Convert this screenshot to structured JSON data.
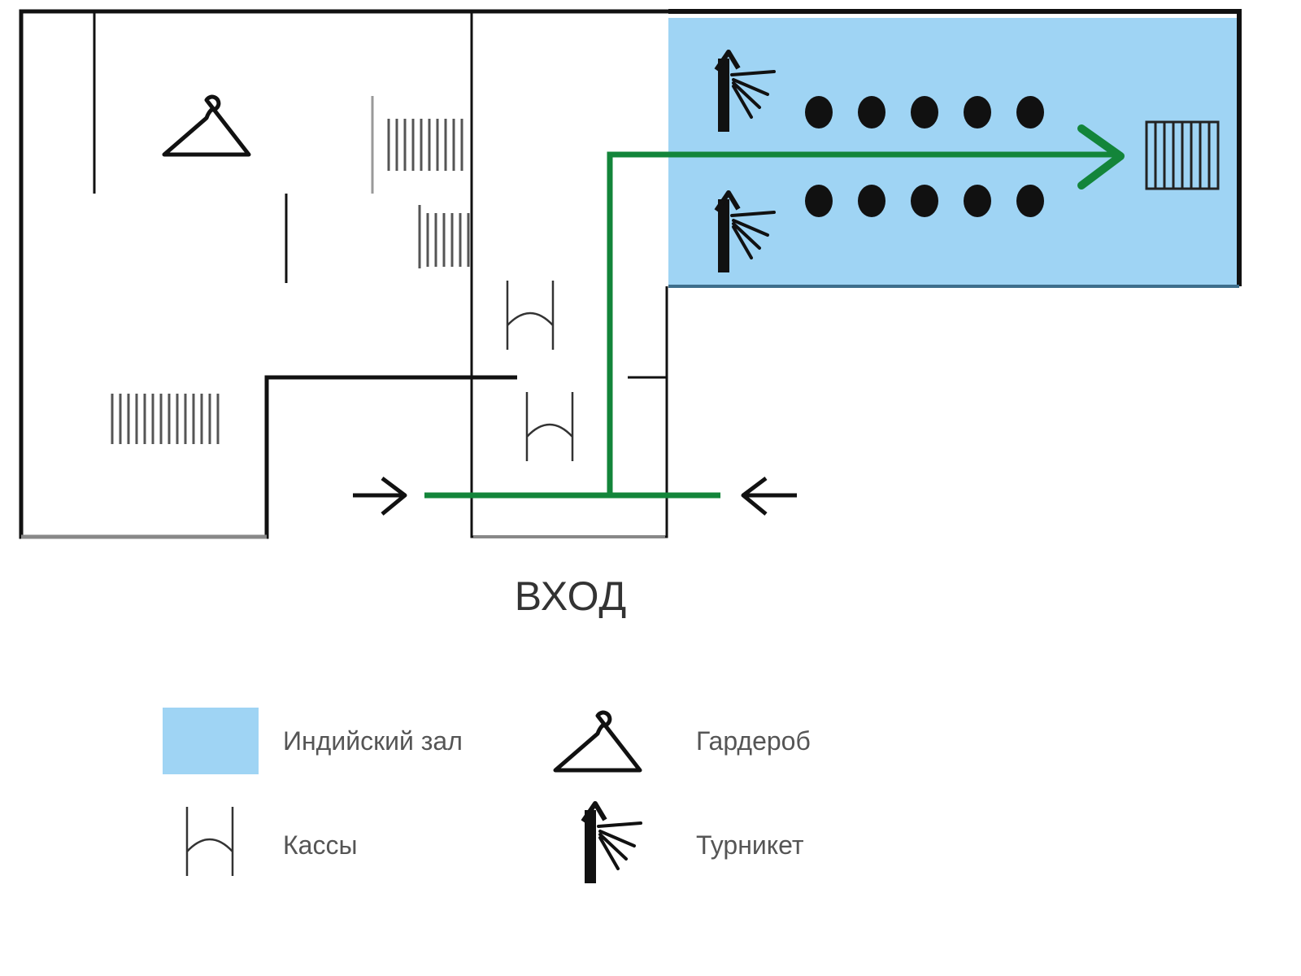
{
  "plan": {
    "entrance_label": "ВХОД"
  },
  "legend": {
    "items": [
      {
        "key": "hall",
        "label": "Индийский зал",
        "icon": "blue-swatch-icon"
      },
      {
        "key": "cloakroom",
        "label": "Гардероб",
        "icon": "coat-hanger-icon"
      },
      {
        "key": "ticket-office",
        "label": "Кассы",
        "icon": "ticket-desk-icon"
      },
      {
        "key": "turnstile",
        "label": "Турникет",
        "icon": "turnstile-icon"
      }
    ]
  },
  "colors": {
    "hall_fill": "#9fd4f4",
    "route": "#13853a",
    "wall": "#111111",
    "stairs": "#555555"
  }
}
